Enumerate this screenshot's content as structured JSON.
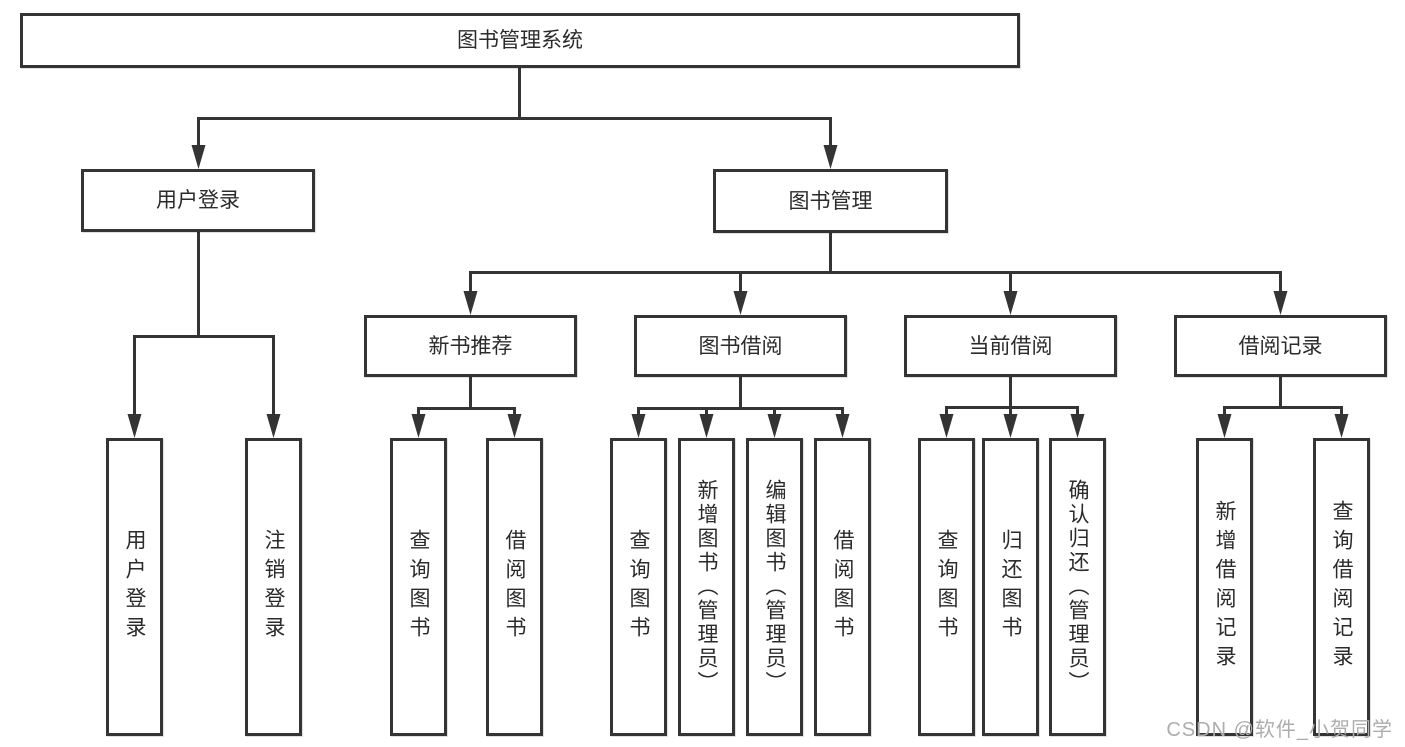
{
  "colors": {
    "line": "#343434",
    "node_border": "#343434",
    "node_background": "#ffffff",
    "text": "#2b2b2b",
    "watermark": "#adadad",
    "page_background": "#ffffff"
  },
  "watermark": {
    "text": "CSDN @软件_小贺同学"
  },
  "tree": {
    "root": {
      "label": "图书管理系统"
    },
    "branches": [
      {
        "label": "用户登录",
        "children": [
          {
            "label": "用户登录"
          },
          {
            "label": "注销登录"
          }
        ]
      },
      {
        "label": "图书管理",
        "children": [
          {
            "label": "新书推荐",
            "children": [
              {
                "label": "查询图书"
              },
              {
                "label": "借阅图书"
              }
            ]
          },
          {
            "label": "图书借阅",
            "children": [
              {
                "label": "查询图书"
              },
              {
                "label": "新增图书（管理员）"
              },
              {
                "label": "编辑图书（管理员）"
              },
              {
                "label": "借阅图书"
              }
            ]
          },
          {
            "label": "当前借阅",
            "children": [
              {
                "label": "查询图书"
              },
              {
                "label": "归还图书"
              },
              {
                "label": "确认归还（管理员）"
              }
            ]
          },
          {
            "label": "借阅记录",
            "children": [
              {
                "label": "新增借阅记录"
              },
              {
                "label": "查询借阅记录"
              }
            ]
          }
        ]
      }
    ]
  }
}
